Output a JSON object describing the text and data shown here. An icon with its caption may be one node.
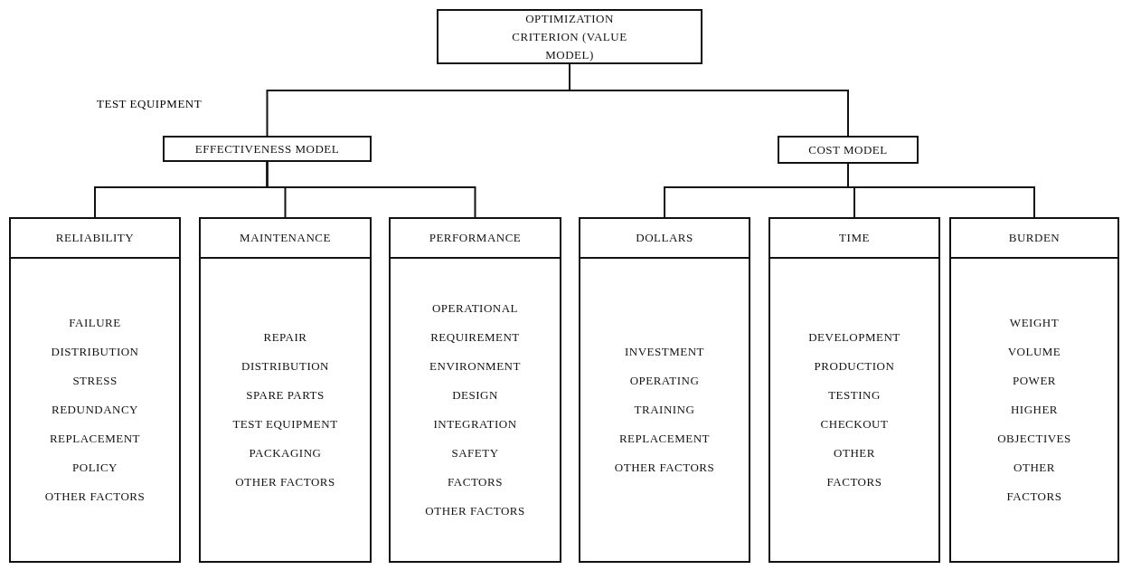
{
  "diagram": {
    "nodes": [
      {
        "text": [
          "OPTIMIZATION CRITERION (VALUE MODEL)"
        ]
      },
      {
        "text": [
          "EFFECTIVENESS MODEL"
        ]
      },
      {
        "text": [
          "COST MODEL"
        ]
      },
      {
        "text": [
          "RELIABILITY",
          "FAILURE",
          "DISTRIBUTION",
          "STRESS",
          "REDUNDANCY",
          "REPLACEMENT",
          "POLICY",
          "OTHER FACTORS"
        ]
      },
      {
        "text": [
          "MAINTENANCE",
          "REPAIR",
          "DISTRIBUTION",
          "SPARE PARTS",
          "TEST EQUIPMENT",
          "PACKAGING",
          "OTHER FACTORS"
        ]
      },
      {
        "text": [
          "PERFORMANCE",
          "OPERATIONAL",
          "REQUIREMENT",
          "ENVIRONMENT",
          "DESIGN",
          "INTEGRATION",
          "SAFETY",
          "FACTORS",
          "OTHER FACTORS"
        ]
      },
      {
        "text": [
          "DOLLARS",
          "INVESTMENT",
          "OPERATING",
          "TRAINING",
          "REPLACEMENT",
          "OTHER FACTORS"
        ]
      },
      {
        "text": [
          "TIME",
          "DEVELOPMENT",
          "PRODUCTION",
          "TESTING",
          "CHECKOUT",
          "OTHER",
          "FACTORS"
        ]
      },
      {
        "text": [
          "BURDEN",
          "WEIGHT",
          "VOLUME",
          "POWER",
          "HIGHER",
          "OBJECTIVES",
          "OTHER",
          "FACTORS"
        ]
      }
    ],
    "edges": [
      {
        "from": 0,
        "to": 1,
        "arrow": "none"
      },
      {
        "from": 0,
        "to": 2,
        "arrow": "none"
      },
      {
        "from": 1,
        "to": 3,
        "arrow": "none"
      },
      {
        "from": 1,
        "to": 4,
        "arrow": "none"
      },
      {
        "from": 1,
        "to": 5,
        "arrow": "none"
      },
      {
        "from": 2,
        "to": 6,
        "arrow": "none"
      },
      {
        "from": 2,
        "to": 7,
        "arrow": "none"
      },
      {
        "from": 2,
        "to": 8,
        "arrow": "none"
      }
    ],
    "labels": [
      "TEST EQUIPMENT"
    ]
  }
}
